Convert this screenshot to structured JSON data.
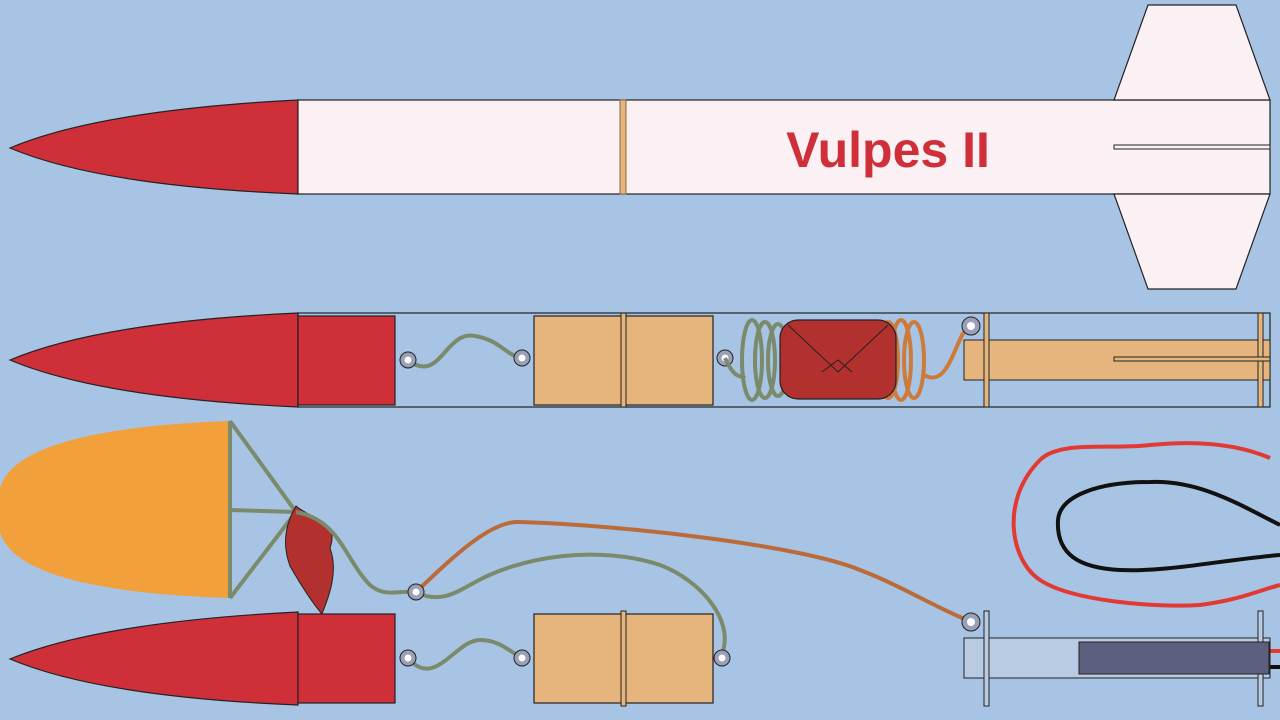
{
  "diagram": {
    "rocket_name": "Vulpes II",
    "colors": {
      "background": "#a7c4e4",
      "nose_cone": "#cf2f38",
      "body_tube": "#fbf1f5",
      "coupler_wood": "#e5b57d",
      "parachute": "#f2a03b",
      "ejection_charge": "#b2302e",
      "shock_cord_green": "#7b8a6a",
      "shock_cord_orange": "#cd7a3a",
      "kevlar_cord": "#bb6a3a",
      "eyelet": "#5b5b70",
      "motor_casing": "#5d5f7e",
      "igniter_red": "#e23a33",
      "igniter_black": "#111111",
      "outline": "#222222"
    },
    "panels": [
      {
        "id": "assembled-rocket"
      },
      {
        "id": "internal-components"
      },
      {
        "id": "deployed-recovery"
      }
    ]
  }
}
